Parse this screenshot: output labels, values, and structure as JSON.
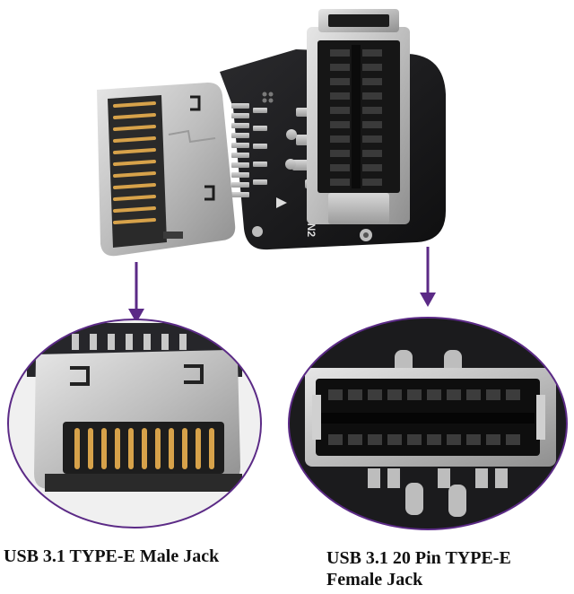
{
  "captions": {
    "male_jack": "USB 3.1 TYPE-E Male Jack",
    "female_jack_line1": "USB 3.1 20 Pin TYPE-E",
    "female_jack_line2": "Female Jack"
  },
  "board_label": "CN2",
  "colors": {
    "pcb": "#1a1a1c",
    "metal": "#c9c9c9",
    "gold": "#d7a24a",
    "arrow": "#5b2a86",
    "ellipse_stroke": "#5b2a86",
    "caption_text": "#111111"
  }
}
